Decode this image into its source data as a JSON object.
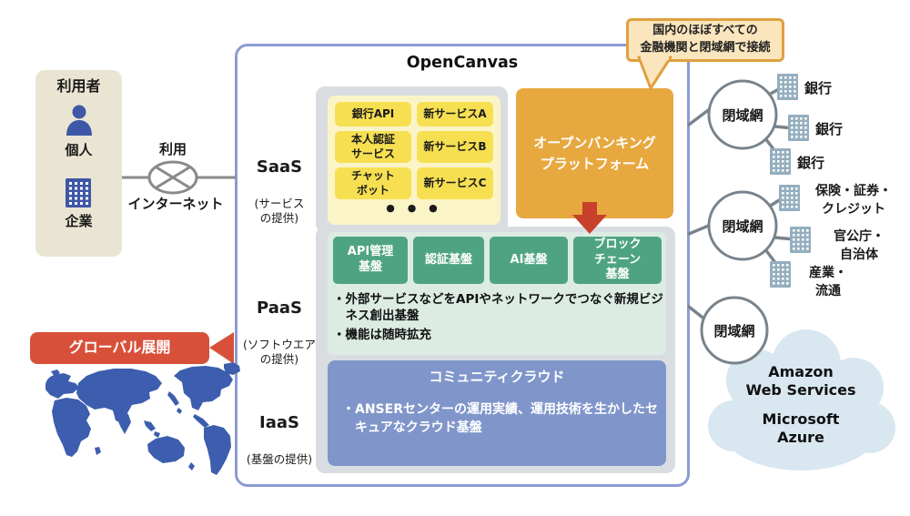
{
  "title": "OpenCanvas",
  "users": {
    "title": "利用者",
    "person_label": "個人",
    "company_label": "企業"
  },
  "internet": {
    "usage_label": "利用",
    "name": "インターネット"
  },
  "layers": {
    "saas": {
      "name": "SaaS",
      "desc": "(サービス\nの提供)"
    },
    "paas": {
      "name": "PaaS",
      "desc": "(ソフトウエア\nの提供)"
    },
    "iaas": {
      "name": "IaaS",
      "desc": "(基盤の提供)"
    }
  },
  "saas_area": {
    "services": [
      {
        "label": "銀行API"
      },
      {
        "label": "新サービスA"
      },
      {
        "label": "本人認証\nサービス"
      },
      {
        "label": "新サービスB"
      },
      {
        "label": "チャット\nボット"
      },
      {
        "label": "新サービスC"
      }
    ],
    "more": "● ● ●"
  },
  "platform_box": {
    "label": "オープンバンキング\nプラットフォーム"
  },
  "callout": {
    "text": "国内のほぼすべての\n金融機関と閉域網で接続"
  },
  "paas_area": {
    "boxes": [
      {
        "label": "API管理\n基盤"
      },
      {
        "label": "認証基盤"
      },
      {
        "label": "AI基盤"
      },
      {
        "label": "ブロック\nチェーン\n基盤"
      }
    ],
    "bullet1": "・外部サービスなどをAPIやネットワークでつなぐ新規ビジネス創出基盤",
    "bullet2": "・機能は随時拡充"
  },
  "iaas_area": {
    "title": "コミュニティクラウド",
    "bullet": "・ANSERセンターの運用実績、運用技術を生かしたセキュアなクラウド基盤"
  },
  "network": {
    "closed_net_label": "閉域網",
    "group1": {
      "node1": "銀行",
      "node2": "銀行",
      "node3": "銀行"
    },
    "group2": {
      "node1": "保険・証券・\nクレジット",
      "node2": "官公庁・\n自治体",
      "node3": "産業・\n流通"
    },
    "cloud": {
      "aws": "Amazon\nWeb Services",
      "azure": "Microsoft\nAzure"
    }
  },
  "global_expansion": {
    "label": "グローバル展開"
  },
  "icons": {
    "person": "person-icon",
    "company": "building-icon",
    "bank_node": "office-building-icon",
    "internet_node": "network-circle-x-icon",
    "cloud": "cloud-icon",
    "map": "world-map-icon",
    "down_arrow": "red-down-arrow-icon",
    "left_arrow": "red-left-triangle-icon"
  },
  "colors": {
    "frame_border": "#8c9cd2",
    "panel_gray": "#d9dde1",
    "saas_container": "#fbf4c7",
    "service_yellow": "#f6e052",
    "platform_orange": "#e7a83f",
    "callout_bg": "#fbe5bd",
    "callout_border": "#dfa03f",
    "arrow_red": "#c7402a",
    "green_box": "#4ea482",
    "green_panel": "#dcece3",
    "iaas_blue": "#8096ca",
    "users_beige": "#eae5d3",
    "icon_blue": "#3f57a7",
    "building_grayblue": "#94aebf",
    "line_gray": "#78838c",
    "cloud_blue": "#d9e7f0",
    "map_blue": "#3d5eae",
    "global_red": "#d8503a"
  }
}
